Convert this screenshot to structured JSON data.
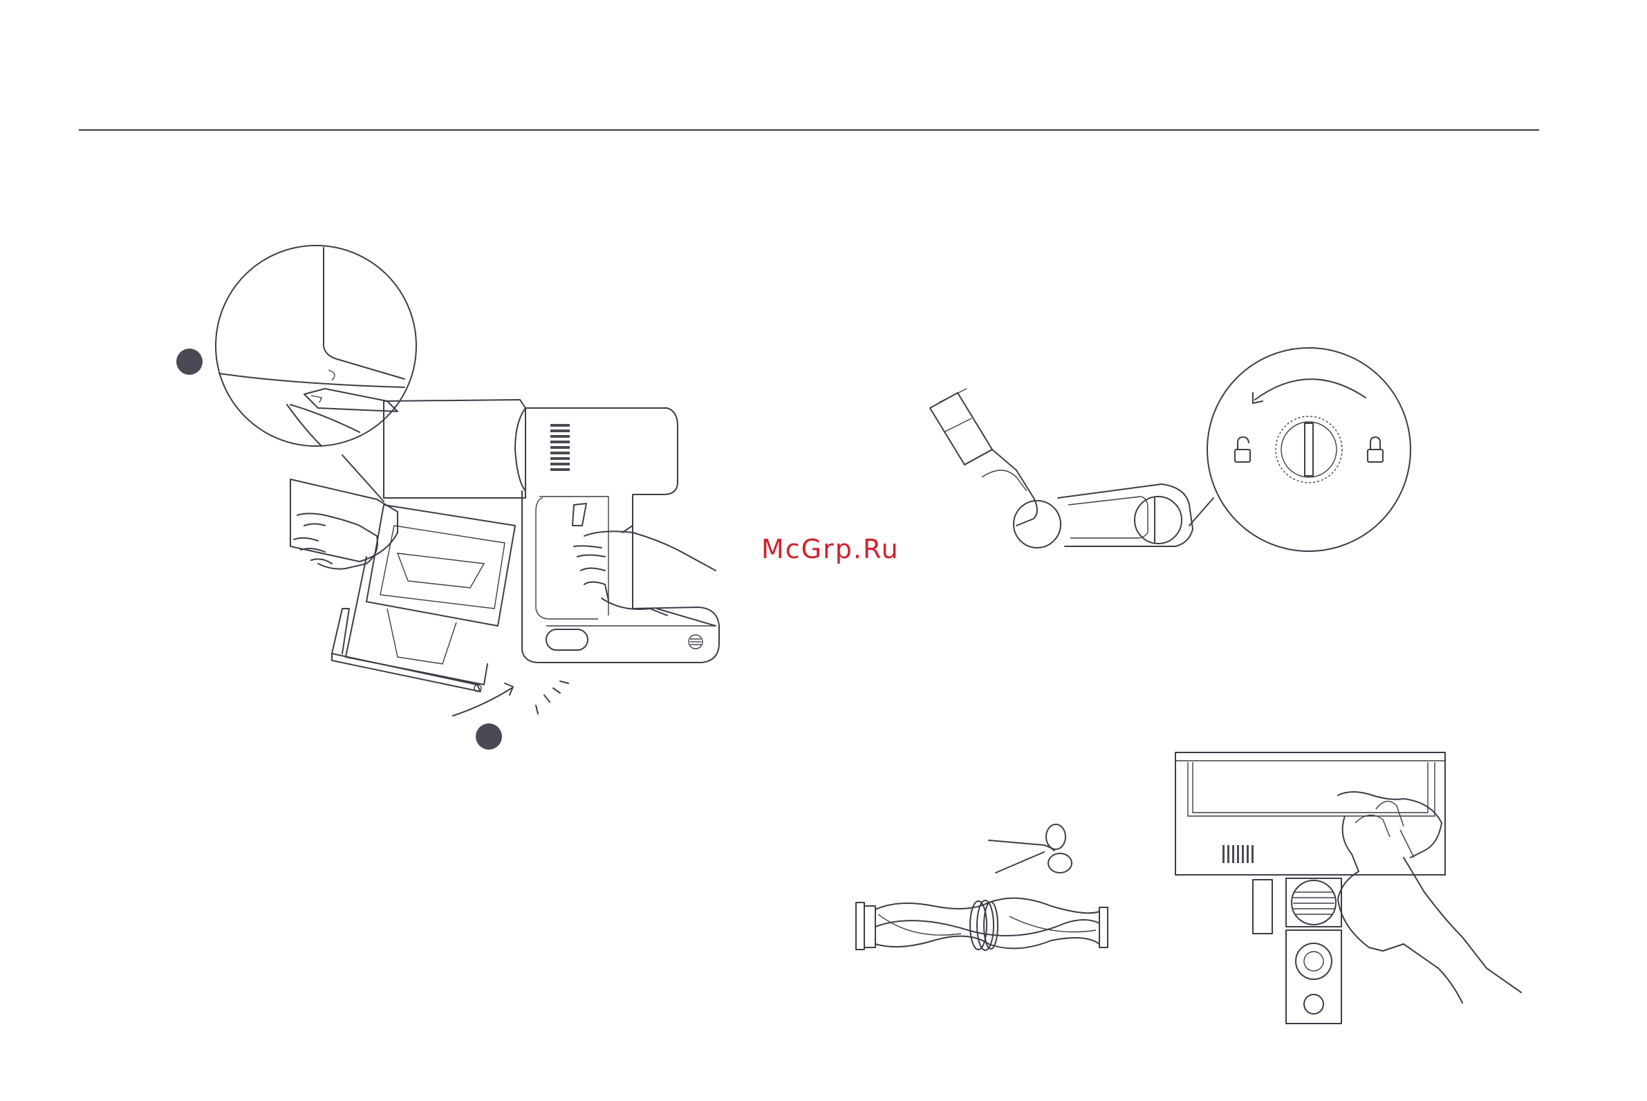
{
  "watermark": {
    "text": "McGrp.Ru",
    "color": "#d2202f"
  },
  "colors": {
    "line": "#3c3c46",
    "marker": "#4a4a54",
    "rule": "#3a3a3a"
  },
  "figures": [
    {
      "name": "dust-bin-removal",
      "icons": [
        "magnifier-circle",
        "latch-detail",
        "hand-icon",
        "rotate-arrow-icon",
        "click-marks"
      ]
    },
    {
      "name": "brush-lock-dial",
      "icons": [
        "unlock-icon",
        "lock-icon",
        "rotate-arrow-icon",
        "lock-dial"
      ]
    },
    {
      "name": "roller-brush-cleaning",
      "icons": [
        "scissors-icon",
        "roller-brush",
        "hand-with-cloth-icon"
      ]
    }
  ]
}
